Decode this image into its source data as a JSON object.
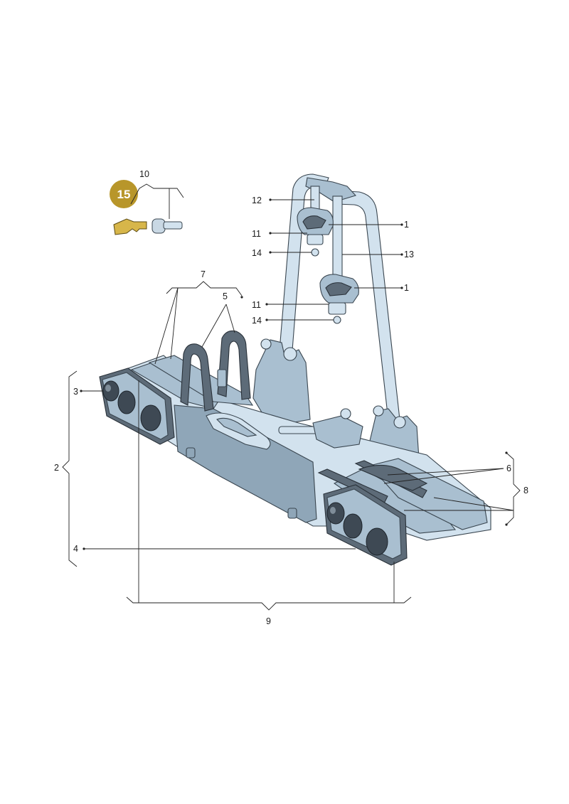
{
  "diagram": {
    "callouts": [
      {
        "id": "c1a",
        "text": "1"
      },
      {
        "id": "c1b",
        "text": "1"
      },
      {
        "id": "c2",
        "text": "2"
      },
      {
        "id": "c3",
        "text": "3"
      },
      {
        "id": "c4",
        "text": "4"
      },
      {
        "id": "c5",
        "text": "5"
      },
      {
        "id": "c6",
        "text": "6"
      },
      {
        "id": "c7",
        "text": "7"
      },
      {
        "id": "c8",
        "text": "8"
      },
      {
        "id": "c9",
        "text": "9"
      },
      {
        "id": "c10",
        "text": "10"
      },
      {
        "id": "c11a",
        "text": "11"
      },
      {
        "id": "c11b",
        "text": "11"
      },
      {
        "id": "c12",
        "text": "12"
      },
      {
        "id": "c13",
        "text": "13"
      },
      {
        "id": "c14a",
        "text": "14"
      },
      {
        "id": "c14b",
        "text": "14"
      }
    ],
    "highlight_badge": {
      "text": "15",
      "color": "#b8962a"
    },
    "colors": {
      "accent_gold": "#b8962a",
      "key_gold": "#d7b64a",
      "metal_light": "#d2e2ee",
      "metal_dark": "#5d6b78"
    }
  }
}
